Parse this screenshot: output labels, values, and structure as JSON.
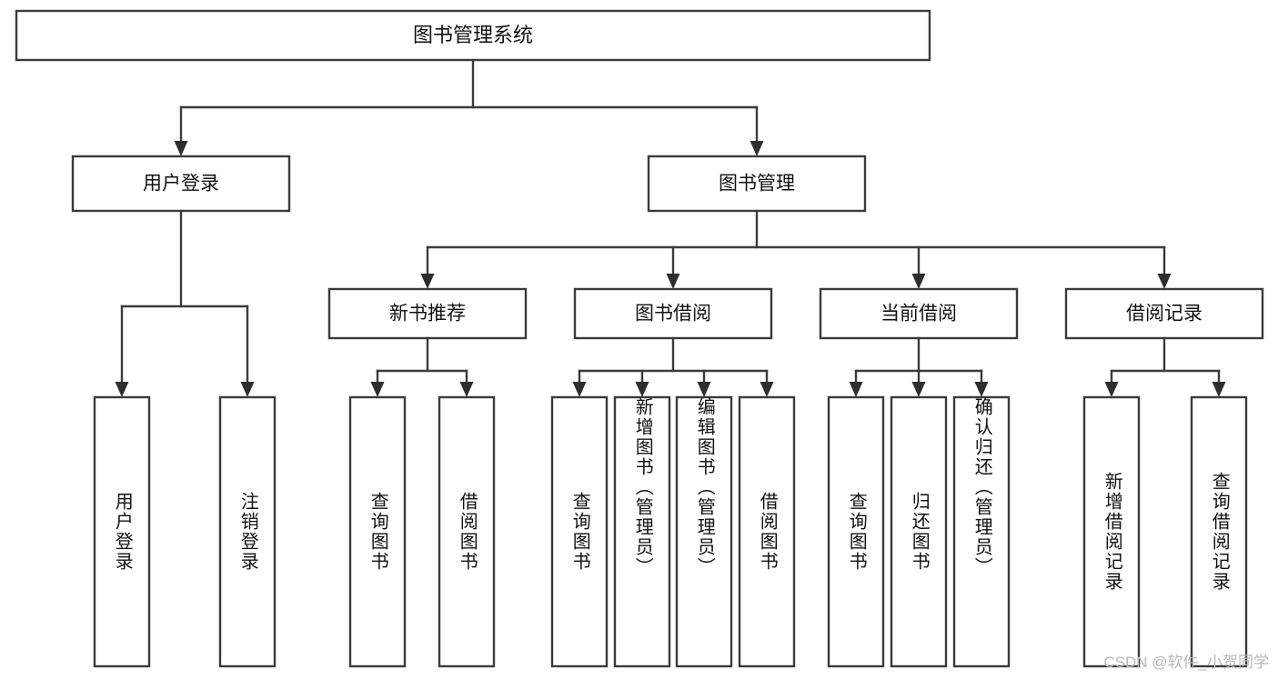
{
  "diagram": {
    "type": "tree",
    "orientation": "top-down",
    "title": "图书管理系统",
    "watermark": "CSDN @软件_小贺同学",
    "colors": {
      "background": "#ffffff",
      "stroke": "#3b3b3b",
      "text": "#111111",
      "watermark": "#b9b9b9"
    },
    "root": {
      "id": "root",
      "label": "图书管理系统"
    },
    "level1": [
      {
        "id": "user-login",
        "label": "用户登录"
      },
      {
        "id": "book-manage",
        "label": "图书管理"
      }
    ],
    "level2": [
      {
        "id": "new-book-rec",
        "label": "新书推荐",
        "parent": "book-manage"
      },
      {
        "id": "book-borrow",
        "label": "图书借阅",
        "parent": "book-manage"
      },
      {
        "id": "current-borrow",
        "label": "当前借阅",
        "parent": "book-manage"
      },
      {
        "id": "borrow-record",
        "label": "借阅记录",
        "parent": "book-manage"
      }
    ],
    "leaves": [
      {
        "id": "leaf-user-login",
        "label": "用户登录",
        "parent": "user-login"
      },
      {
        "id": "leaf-user-logout",
        "label": "注销登录",
        "parent": "user-login"
      },
      {
        "id": "leaf-query-book-1",
        "label": "查询图书",
        "parent": "new-book-rec"
      },
      {
        "id": "leaf-borrow-book-1",
        "label": "借阅图书",
        "parent": "new-book-rec"
      },
      {
        "id": "leaf-query-book-2",
        "label": "查询图书",
        "parent": "book-borrow"
      },
      {
        "id": "leaf-add-book",
        "label": "新增图书（管理员）",
        "parent": "book-borrow"
      },
      {
        "id": "leaf-edit-book",
        "label": "编辑图书（管理员）",
        "parent": "book-borrow"
      },
      {
        "id": "leaf-borrow-book-2",
        "label": "借阅图书",
        "parent": "book-borrow"
      },
      {
        "id": "leaf-query-book-3",
        "label": "查询图书",
        "parent": "current-borrow"
      },
      {
        "id": "leaf-return-book",
        "label": "归还图书",
        "parent": "current-borrow"
      },
      {
        "id": "leaf-confirm-return",
        "label": "确认归还（管理员）",
        "parent": "current-borrow"
      },
      {
        "id": "leaf-add-record",
        "label": "新增借阅记录",
        "parent": "borrow-record"
      },
      {
        "id": "leaf-query-record",
        "label": "查询借阅记录",
        "parent": "borrow-record"
      }
    ]
  }
}
